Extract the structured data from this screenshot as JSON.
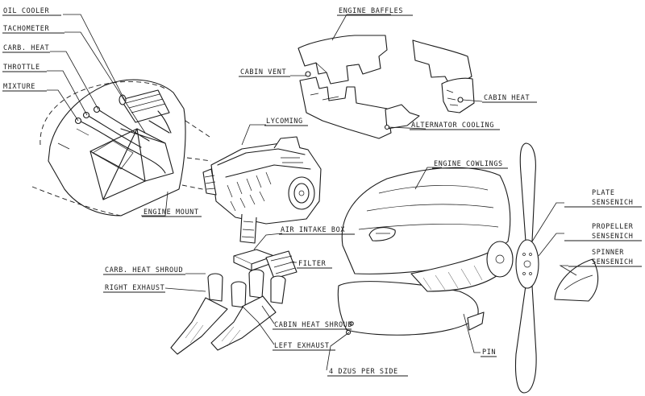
{
  "labels": {
    "oil_cooler": "OIL COOLER",
    "tachometer": "TACHOMETER",
    "carb_heat": "CARB. HEAT",
    "throttle": "THROTTLE",
    "mixture": "MIXTURE",
    "engine_baffles": "ENGINE BAFFLES",
    "cabin_vent": "CABIN VENT",
    "cabin_heat": "CABIN HEAT",
    "alternator_cooling": "ALTERNATOR COOLING",
    "lycoming": "LYCOMING",
    "engine_mount": "ENGINE MOUNT",
    "engine_cowlings": "ENGINE COWLINGS",
    "plate": "PLATE",
    "plate_maker": "SENSENICH",
    "propeller": "PROPELLER",
    "propeller_maker": "SENSENICH",
    "spinner": "SPINNER",
    "spinner_maker": "SENSENICH",
    "air_intake_box": "AIR INTAKE BOX",
    "filter": "FILTER",
    "carb_heat_shroud": "CARB. HEAT SHROUD",
    "right_exhaust": "RIGHT EXHAUST",
    "cabin_heat_shroud": "CABIN HEAT SHROUD",
    "left_exhaust": "LEFT EXHAUST",
    "pin": "PIN",
    "dzus": "4 DZUS PER SIDE"
  }
}
